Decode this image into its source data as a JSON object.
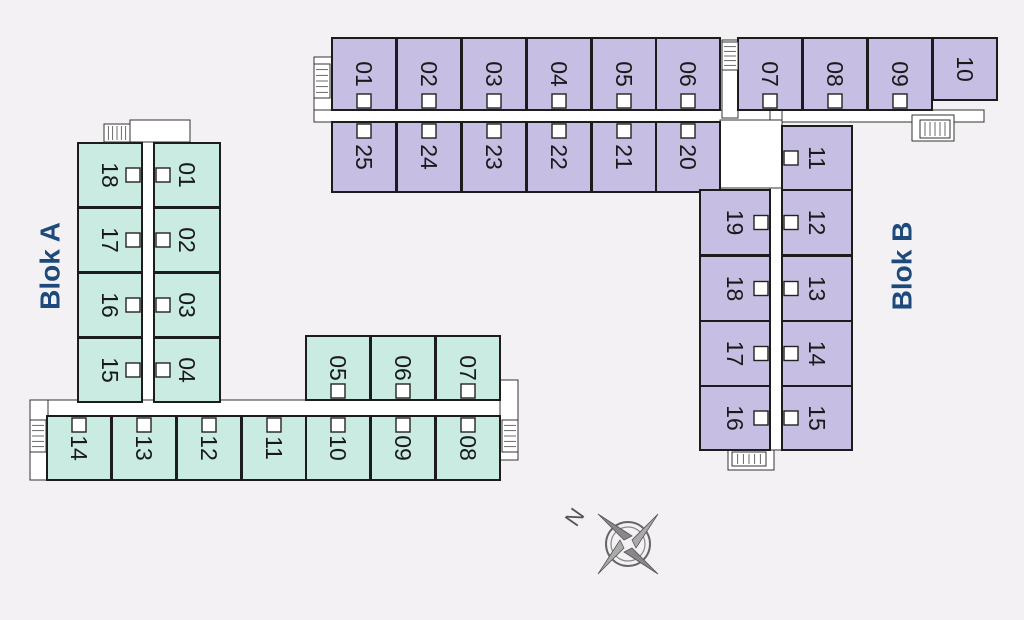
{
  "blocks": [
    {
      "name": "Blok A",
      "units": [
        "01",
        "02",
        "03",
        "04",
        "05",
        "06",
        "07",
        "08",
        "09",
        "10",
        "11",
        "12",
        "13",
        "14",
        "15",
        "16",
        "17",
        "18"
      ]
    },
    {
      "name": "Blok B",
      "units": [
        "01",
        "02",
        "03",
        "04",
        "05",
        "06",
        "07",
        "08",
        "09",
        "10",
        "11",
        "12",
        "13",
        "14",
        "15",
        "16",
        "17",
        "18",
        "19",
        "20",
        "21",
        "22",
        "23",
        "24",
        "25"
      ]
    }
  ],
  "compass": {
    "north_label": "N"
  },
  "colors": {
    "blok_a_fill": "#c9ebe2",
    "blok_b_fill": "#c6bfe3",
    "label_color": "#1d4a7a"
  }
}
